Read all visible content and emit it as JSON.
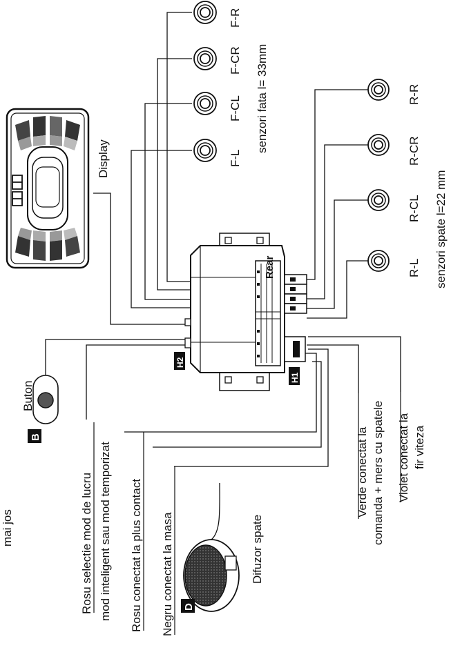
{
  "labels": {
    "display": "Display",
    "front_sensors_caption": "senzori fata l= 33mm",
    "rear_sensors_caption": "senzori spate l=22 mm",
    "rear_tag": "Rear",
    "h1": "H1",
    "h2": "H2",
    "button": "Buton",
    "badge_b": "B",
    "badge_d": "D",
    "speaker": "Difuzor spate",
    "truncated_note": "mai jos",
    "red_mode_1": "Rosu selectie mod de lucru",
    "red_mode_2": "mod inteligent sau mod temporizat",
    "red_ignition": "Rosu conectat la plus contact",
    "black_ground": "Negru conectat la masa",
    "green_1": "Verde conectat la",
    "green_2": "comanda + mers cu spatele",
    "violet_1": "Violet conectat la",
    "violet_2": "fir viteza"
  },
  "front_sensors": [
    "F-L",
    "F-CL",
    "F-CR",
    "F-R"
  ],
  "rear_sensors": [
    "R-L",
    "R-CL",
    "R-CR",
    "R-R"
  ],
  "colors": {
    "ink": "#111111",
    "screen": "#ffffff",
    "bar_dark": "#333333",
    "bar_light": "#aaaaaa"
  }
}
